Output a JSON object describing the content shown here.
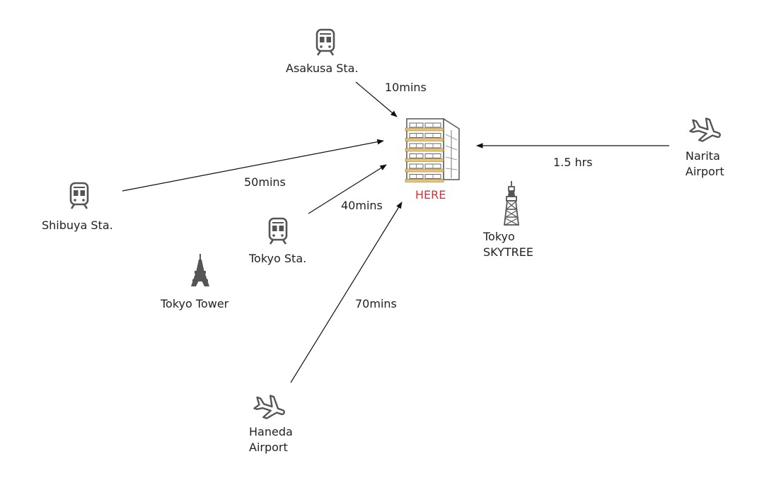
{
  "destination": {
    "label": "HERE"
  },
  "places": {
    "asakusa": "Asakusa Sta.",
    "shibuya": "Shibuya Sta.",
    "tokyo_sta": "Tokyo Sta.",
    "tokyo_tower": "Tokyo Tower",
    "skytree": [
      "Tokyo",
      "SKYTREE"
    ],
    "narita": [
      "Narita",
      "Airport"
    ],
    "haneda": [
      "Haneda",
      "Airport"
    ]
  },
  "times": {
    "asakusa": "10mins",
    "shibuya": "50mins",
    "tokyo_sta": "40mins",
    "haneda": "70mins",
    "narita": "1.5 hrs"
  },
  "icons": {
    "train": "train-icon",
    "plane": "airplane-icon",
    "tower": "tokyo-tower-icon",
    "skytree": "skytree-icon",
    "building": "building-icon"
  },
  "colors": {
    "here": "#c0393b",
    "building_accent": "#e8c477",
    "icon": "#555555",
    "arrow": "#111111"
  }
}
